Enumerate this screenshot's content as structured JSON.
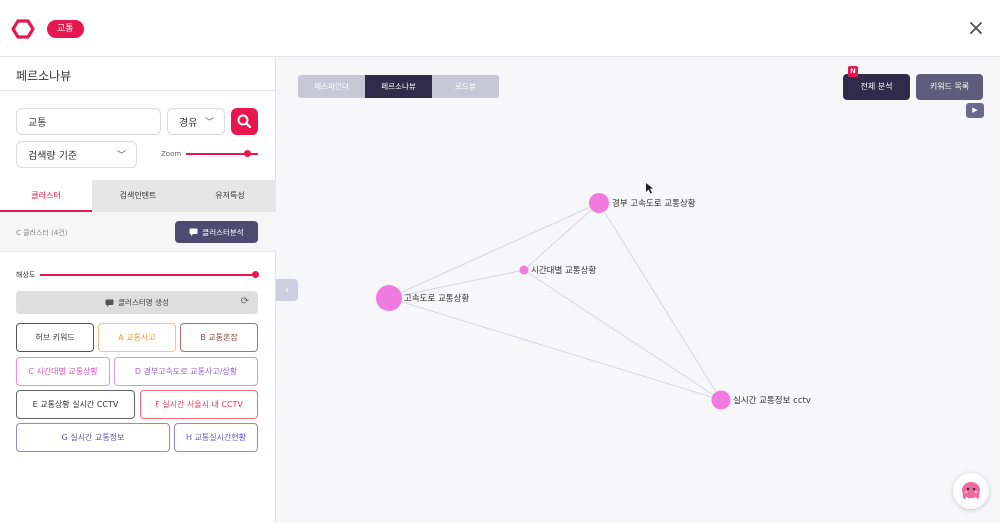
{
  "header": {
    "badge": "교통",
    "close": "×"
  },
  "sidebar": {
    "title": "페르소나뷰",
    "search_value": "교통",
    "select1": "경유",
    "select2": "검색량 기준",
    "zoom_label": "Zoom",
    "tabs": [
      "클러스터",
      "검색인텐트",
      "유저특성"
    ],
    "cluster_count": "C 클러스터 (4건)",
    "cluster_button": "클러스터분석",
    "resolution_label": "해상도",
    "generate_button": "클러스터명 생성",
    "keywords": [
      "허브 키워드",
      "A 교통사고",
      "B 교통혼잡",
      "C 시간대별 교통상황",
      "D 경부고속도로 교통사고/상황",
      "E 교통상황 실시간 CCTV",
      "F 실시간 서울시 내 CCTV",
      "G 실시간 교통정보",
      "H 교통실시간현황"
    ]
  },
  "main": {
    "view_tabs": [
      "페스파인더",
      "페르소나뷰",
      "로드뷰"
    ],
    "all_analysis": "전체 분석",
    "new_badge": "N",
    "keyword_list": "키워드 목록"
  },
  "graph": {
    "nodes": [
      {
        "label": "경부 고속도로 교통상황",
        "size": "medium"
      },
      {
        "label": "시간대별 교통상황",
        "size": "small"
      },
      {
        "label": "고속도로 교통상황",
        "size": "large"
      },
      {
        "label": "실시간 교통정보 cctv",
        "size": "medium"
      }
    ],
    "node_color": "#f07ae0"
  },
  "colors": {
    "accent": "#e8174f",
    "dark": "#302b4a"
  }
}
